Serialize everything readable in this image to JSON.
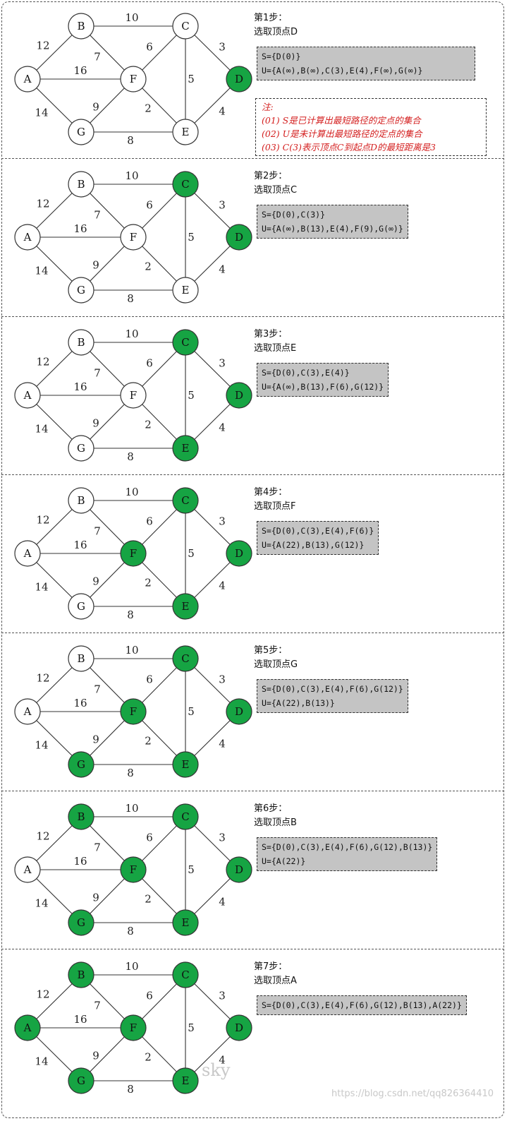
{
  "nodes": [
    {
      "id": "A",
      "label": "A"
    },
    {
      "id": "B",
      "label": "B"
    },
    {
      "id": "C",
      "label": "C"
    },
    {
      "id": "D",
      "label": "D"
    },
    {
      "id": "E",
      "label": "E"
    },
    {
      "id": "F",
      "label": "F"
    },
    {
      "id": "G",
      "label": "G"
    }
  ],
  "edges": [
    {
      "from": "A",
      "to": "B",
      "weight": "12"
    },
    {
      "from": "A",
      "to": "F",
      "weight": "16"
    },
    {
      "from": "A",
      "to": "G",
      "weight": "14"
    },
    {
      "from": "B",
      "to": "C",
      "weight": "10"
    },
    {
      "from": "B",
      "to": "F",
      "weight": "7"
    },
    {
      "from": "C",
      "to": "F",
      "weight": "6"
    },
    {
      "from": "C",
      "to": "E",
      "weight": "5"
    },
    {
      "from": "C",
      "to": "D",
      "weight": "3"
    },
    {
      "from": "F",
      "to": "G",
      "weight": "9"
    },
    {
      "from": "F",
      "to": "E",
      "weight": "2"
    },
    {
      "from": "G",
      "to": "E",
      "weight": "8"
    },
    {
      "from": "E",
      "to": "D",
      "weight": "4"
    }
  ],
  "steps": [
    {
      "title": "第1步：",
      "subtitle": "选取顶点D",
      "selected": [
        "D"
      ],
      "s_set": "S={D(0)}",
      "u_set": "U={A(∞),B(∞),C(3),E(4),F(∞),G(∞)}"
    },
    {
      "title": "第2步：",
      "subtitle": "选取顶点C",
      "selected": [
        "D",
        "C"
      ],
      "s_set": "S={D(0),C(3)}",
      "u_set": "U={A(∞),B(13),E(4),F(9),G(∞)}"
    },
    {
      "title": "第3步：",
      "subtitle": "选取顶点E",
      "selected": [
        "D",
        "C",
        "E"
      ],
      "s_set": "S={D(0),C(3),E(4)}",
      "u_set": "U={A(∞),B(13),F(6),G(12)}"
    },
    {
      "title": "第4步：",
      "subtitle": "选取顶点F",
      "selected": [
        "D",
        "C",
        "E",
        "F"
      ],
      "s_set": "S={D(0),C(3),E(4),F(6)}",
      "u_set": "U={A(22),B(13),G(12)}"
    },
    {
      "title": "第5步：",
      "subtitle": "选取顶点G",
      "selected": [
        "D",
        "C",
        "E",
        "F",
        "G"
      ],
      "s_set": "S={D(0),C(3),E(4),F(6),G(12)}",
      "u_set": "U={A(22),B(13)}"
    },
    {
      "title": "第6步：",
      "subtitle": "选取顶点B",
      "selected": [
        "D",
        "C",
        "E",
        "F",
        "G",
        "B"
      ],
      "s_set": "S={D(0),C(3),E(4),F(6),G(12),B(13)}",
      "u_set": "U={A(22)}"
    },
    {
      "title": "第7步：",
      "subtitle": "选取顶点A",
      "selected": [
        "D",
        "C",
        "E",
        "F",
        "G",
        "B",
        "A"
      ],
      "s_set": "S={D(0),C(3),E(4),F(6),G(12),B(13),A(22)}",
      "u_set": ""
    }
  ],
  "note": {
    "heading": "注:",
    "lines": [
      "(01) S是已计算出最短路径的定点的集合",
      "(02) U是未计算出最短路径的定点的集合",
      "(03) C(3)表示顶点C到起点D的最短距离是3"
    ]
  },
  "colors": {
    "selected_fill": "#16a443",
    "unselected_fill": "#ffffff",
    "set_box_bg": "#c4c4c4",
    "note_text": "#d42020"
  },
  "watermark": {
    "text1": "sky",
    "text2": "https://blog.csdn.net/qq826364410"
  }
}
